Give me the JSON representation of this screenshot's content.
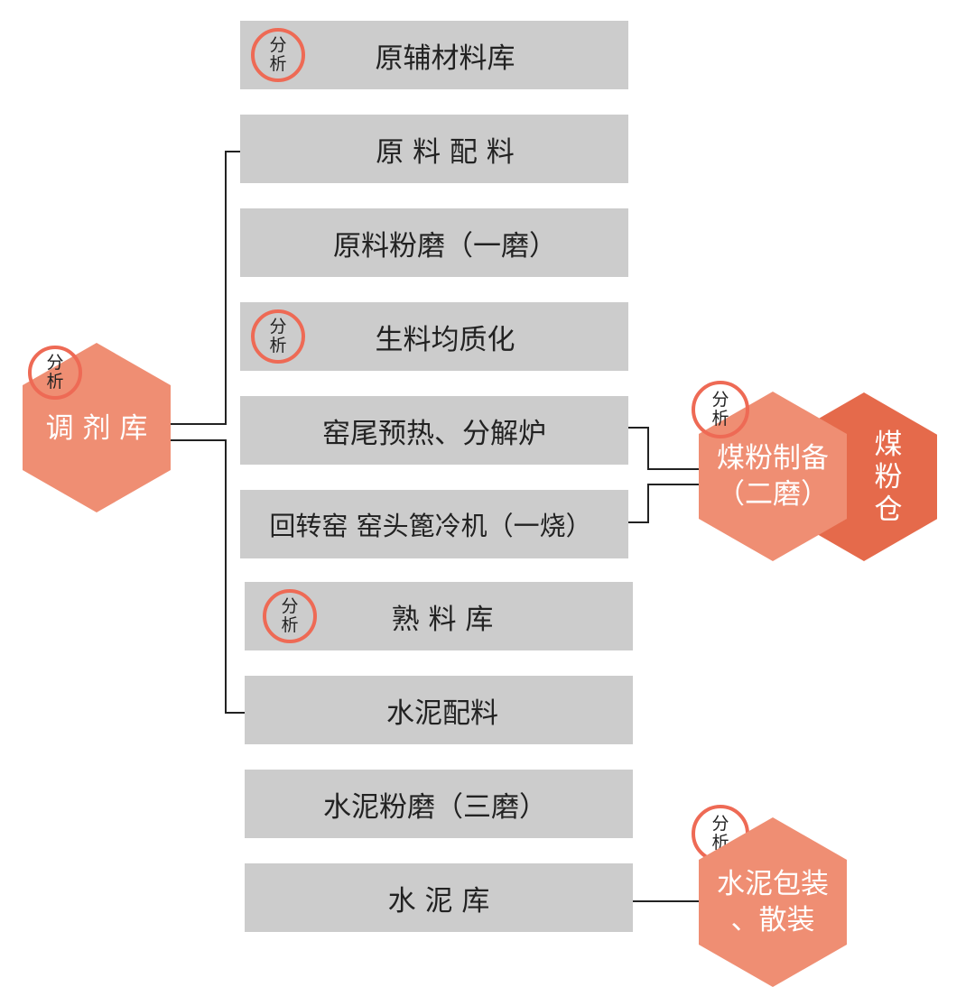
{
  "steps": [
    {
      "label": "原辅材料库",
      "badge": true
    },
    {
      "label": "原 料 配 料",
      "badge": false
    },
    {
      "label": "原料粉磨（一磨）",
      "badge": false
    },
    {
      "label": "生料均质化",
      "badge": true
    },
    {
      "label": "窑尾预热、分解炉",
      "badge": false
    },
    {
      "label": "回转窑 窑头篦冷机（一烧）",
      "badge": false
    },
    {
      "label": "熟 料 库",
      "badge": true
    },
    {
      "label": "水泥配料",
      "badge": false
    },
    {
      "label": "水泥粉磨（三磨）",
      "badge": false
    },
    {
      "label": "水 泥 库",
      "badge": false
    }
  ],
  "badge": {
    "line1": "分",
    "line2": "析"
  },
  "nodes": {
    "tiaoji": "调 剂 库",
    "meifen_zhibei": "煤粉制备\n（二磨）",
    "meifen_cang": "煤\n粉\n仓",
    "baozhuang": "水泥包装\n、散装"
  },
  "colors": {
    "bar": "#cccccc",
    "hex_light": "#ef8e73",
    "hex_dark": "#e56a4b",
    "badge_ring": "#ee6a55",
    "line": "#222222"
  }
}
